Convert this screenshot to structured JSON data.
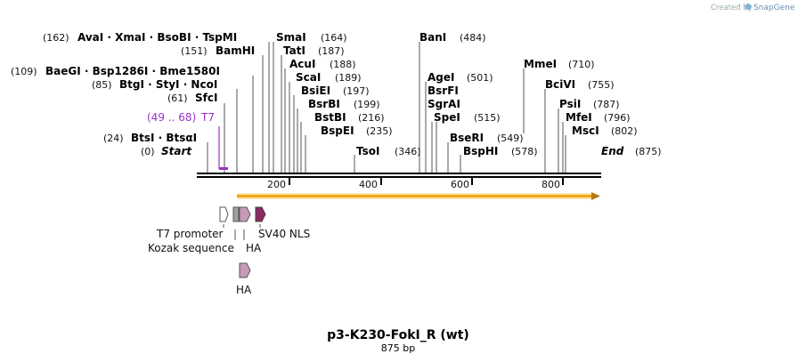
{
  "credit": {
    "prefix": "Created by",
    "brand": "SnapGene"
  },
  "title": "p3-K230-FokI_R (wt)",
  "length_label": "875 bp",
  "sequence_length": 875,
  "ticks": [
    "200",
    "400",
    "600",
    "800"
  ],
  "ends": {
    "start": {
      "name": "Start",
      "pos": "(0)"
    },
    "end": {
      "name": "End",
      "pos": "(875)"
    }
  },
  "enzyme_rows": [
    {
      "text": "AvaI  ·  XmaI  ·  BsoBI  ·  TspMI",
      "pos": "(162)"
    },
    {
      "text": "BamHI",
      "pos": "(151)"
    },
    {
      "text": "BaeGI  ·  Bsp1286I  ·  Bme1580I",
      "pos": "(109)"
    },
    {
      "text": "BtgI  ·  StyI  ·  NcoI",
      "pos": "(85)"
    },
    {
      "text": "SfcI",
      "pos": "(61)"
    },
    {
      "text": "BtsI  ·  BtsαI",
      "pos": "(24)"
    }
  ],
  "enzymes_mid": [
    {
      "name": "SmaI",
      "pos": "(164)"
    },
    {
      "name": "TatI",
      "pos": "(187)"
    },
    {
      "name": "AcuI",
      "pos": "(188)"
    },
    {
      "name": "ScaI",
      "pos": "(189)"
    },
    {
      "name": "BsiEI",
      "pos": "(197)"
    },
    {
      "name": "BsrBI",
      "pos": "(199)"
    },
    {
      "name": "BstBI",
      "pos": "(216)"
    },
    {
      "name": "BspEI",
      "pos": "(235)"
    },
    {
      "name": "TsoI",
      "pos": "(346)"
    }
  ],
  "enzymes_right": [
    {
      "name": "BanI",
      "pos": "(484)"
    },
    {
      "name": "AgeI",
      "pos": "(501)"
    },
    {
      "name": "BsrFI",
      "pos": ""
    },
    {
      "name": "SgrAI",
      "pos": ""
    },
    {
      "name": "SpeI",
      "pos": "(515)"
    },
    {
      "name": "BseRI",
      "pos": "(549)"
    },
    {
      "name": "BspHI",
      "pos": "(578)"
    },
    {
      "name": "MmeI",
      "pos": "(710)"
    },
    {
      "name": "BciVI",
      "pos": "(755)"
    },
    {
      "name": "PsiI",
      "pos": "(787)"
    },
    {
      "name": "MfeI",
      "pos": "(796)"
    },
    {
      "name": "MscI",
      "pos": "(802)"
    }
  ],
  "primer": {
    "range": "(49 .. 68)",
    "name": "T7",
    "color": "#9933cc"
  },
  "features": {
    "t7_promoter": "T7 promoter",
    "kozak": "Kozak sequence",
    "ha_top": "HA",
    "sv40": "SV40 NLS",
    "ha_bottom": "HA"
  },
  "colors": {
    "orf": "#f0a81c",
    "ha": "#c79bb8",
    "sv40": "#8b2a62",
    "kozak": "#a0a0a0",
    "promoter": "#ffffff"
  }
}
